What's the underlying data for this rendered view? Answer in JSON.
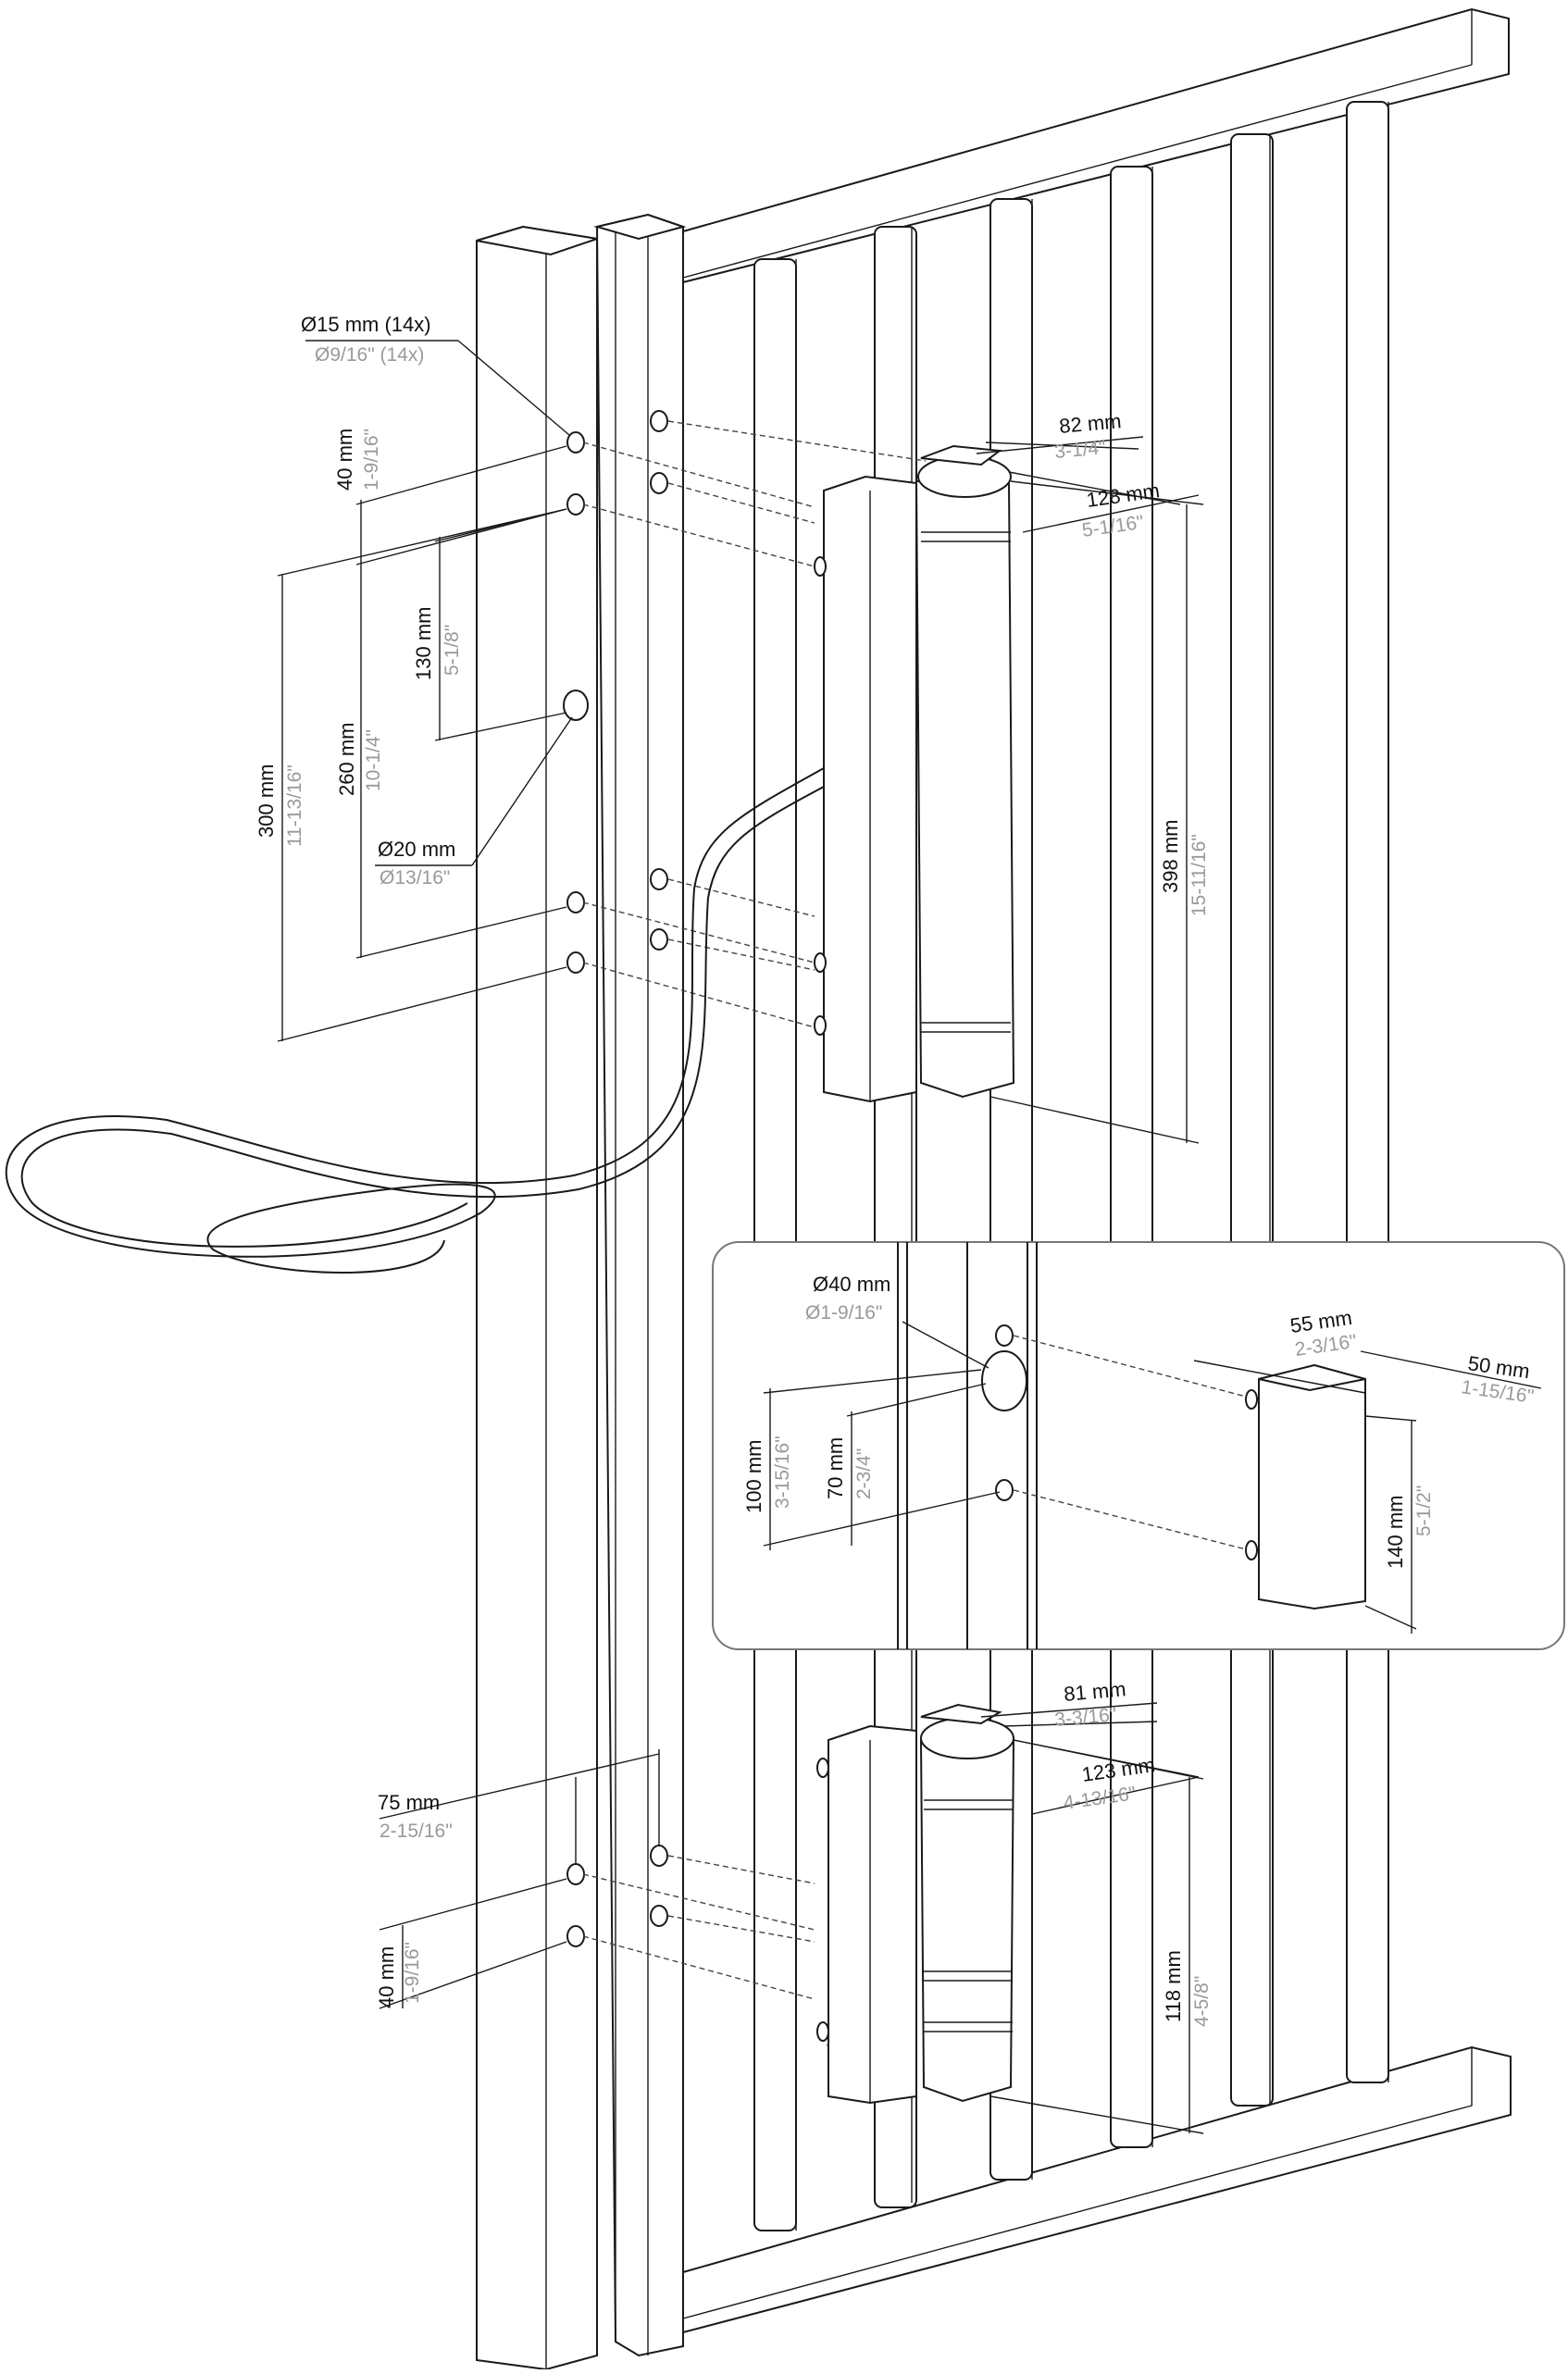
{
  "colors": {
    "line": "#1a1a1a",
    "metric_text": "#111111",
    "imperial_text": "#9a9a9a",
    "background": "#ffffff"
  },
  "dims": {
    "hole15": {
      "mm": "Ø15 mm (14x)",
      "in": "Ø9/16\" (14x)"
    },
    "top40": {
      "mm": "40 mm",
      "in": "1-9/16\""
    },
    "d130": {
      "mm": "130 mm",
      "in": "5-1/8\""
    },
    "d260": {
      "mm": "260 mm",
      "in": "10-1/4\""
    },
    "d300": {
      "mm": "300 mm",
      "in": "11-13/16\""
    },
    "hole20": {
      "mm": "Ø20 mm",
      "in": "Ø13/16\""
    },
    "w82": {
      "mm": "82 mm",
      "in": "3-1/4\""
    },
    "w128": {
      "mm": "128 mm",
      "in": "5-1/16\""
    },
    "h398": {
      "mm": "398 mm",
      "in": "15-11/16\""
    },
    "hole40": {
      "mm": "Ø40 mm",
      "in": "Ø1-9/16\""
    },
    "w55": {
      "mm": "55 mm",
      "in": "2-3/16\""
    },
    "w50": {
      "mm": "50 mm",
      "in": "1-15/16\""
    },
    "d100": {
      "mm": "100 mm",
      "in": "3-15/16\""
    },
    "d70": {
      "mm": "70 mm",
      "in": "2-3/4\""
    },
    "h140": {
      "mm": "140 mm",
      "in": "5-1/2\""
    },
    "w75": {
      "mm": "75 mm",
      "in": "2-15/16\""
    },
    "w81": {
      "mm": "81 mm",
      "in": "3-3/16\""
    },
    "w123": {
      "mm": "123 mm",
      "in": "4-13/16\""
    },
    "bot40": {
      "mm": "40 mm",
      "in": "1-9/16\""
    },
    "h118": {
      "mm": "118 mm",
      "in": "4-5/8\""
    }
  }
}
